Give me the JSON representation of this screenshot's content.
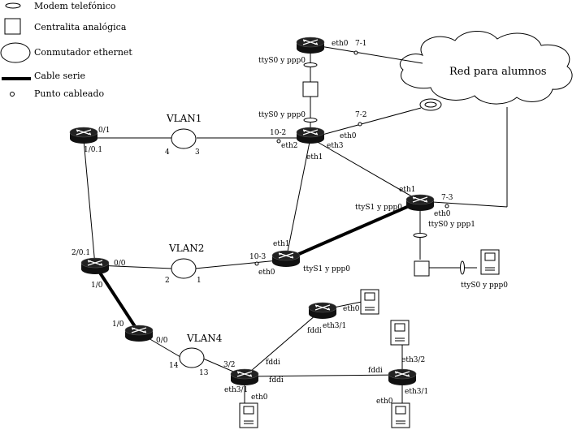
{
  "legend": {
    "modem": "Modem telefónico",
    "pbx": "Centralita analógica",
    "switch": "Conmutador ethernet",
    "serial_cable": "Cable serie",
    "wired_point": "Punto cableado"
  },
  "cloud": {
    "label": "Red para alumnos"
  },
  "vlans": {
    "vlan1": "VLAN1",
    "vlan2": "VLAN2",
    "vlan4": "VLAN4"
  },
  "labels": {
    "r_left_01": "0/1",
    "r_left_101": "1/0.1",
    "vlan1_4": "4",
    "vlan1_3": "3",
    "c_10_2": "10-2",
    "c_eth2": "eth2",
    "c_eth3": "eth3",
    "c_eth0": "eth0",
    "c_eth1": "eth1",
    "c_7_2": "7-2",
    "top_eth0": "eth0",
    "top_7_1": "7-1",
    "top_ttys0": "ttyS0 y ppp0",
    "c_ttys0": "ttyS0 y ppp0",
    "r_right_eth1": "eth1",
    "r_right_ttys1": "ttyS1 y ppp0",
    "r_right_7_3": "7-3",
    "r_right_eth0": "eth0",
    "r_right_ttys0": "ttyS0 y ppp1",
    "pc_ttys0": "ttyS0 y ppp0",
    "l2_201": "2/0.1",
    "l2_00": "0/0",
    "l2_10": "1/0",
    "vlan2_2": "2",
    "vlan2_1": "1",
    "m_10_3": "10-3",
    "m_eth1": "eth1",
    "m_eth0": "eth0",
    "m_ttys1": "ttyS1 y ppp0",
    "l3_10": "1/0",
    "l3_00": "0/0",
    "vlan4_14": "14",
    "vlan4_13": "13",
    "bc_32": "3/2",
    "bc_fddi_top": "fddi",
    "bc_fddi_right": "fddi",
    "bc_eth31": "eth3/1",
    "bc_eth0": "eth0",
    "ur_eth0": "eth0",
    "ur_fddi": "fddi",
    "ur_eth31": "eth3/1",
    "br_fddi": "fddi",
    "br_eth32": "eth3/2",
    "br_eth31": "eth3/1",
    "br_eth0": "eth0"
  },
  "colors": {
    "router": "#111111",
    "line": "#000000"
  }
}
